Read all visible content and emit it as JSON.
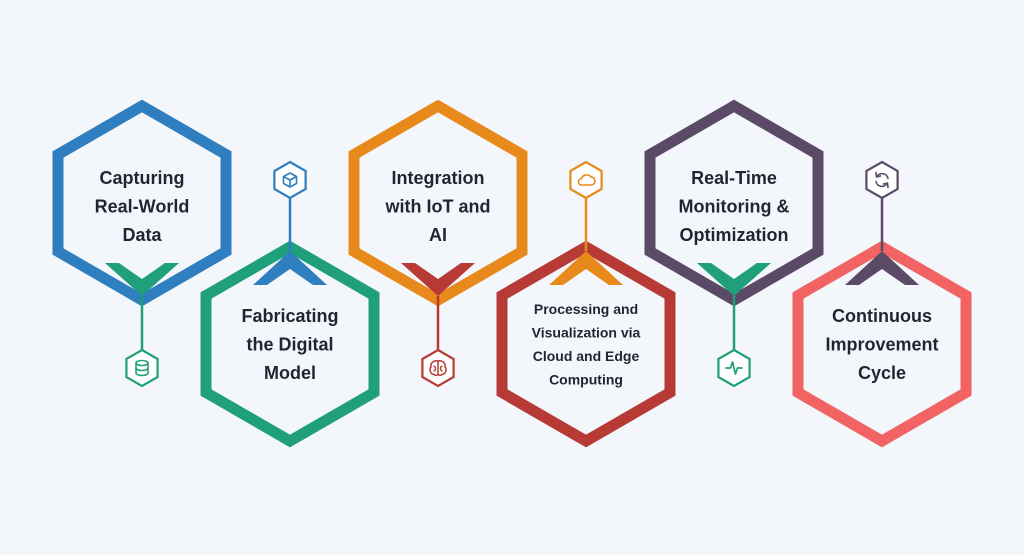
{
  "steps": [
    {
      "id": "capturing-real-world-data",
      "lines": [
        "Capturing",
        "Real-World",
        "Data"
      ],
      "color": "#2f7ebf",
      "arrow_color": "#1fa07a",
      "icon": "database-icon",
      "icon_color": "#1fa07a"
    },
    {
      "id": "fabricating-the-digital-model",
      "lines": [
        "Fabricating",
        "the Digital",
        "Model"
      ],
      "color": "#1fa07a",
      "arrow_color": "#2f7ebf",
      "icon": "cube-icon",
      "icon_color": "#2f7ebf"
    },
    {
      "id": "integration-with-iot-and-ai",
      "lines": [
        "Integration",
        "with IoT and",
        "AI"
      ],
      "color": "#e8891c",
      "arrow_color": "#b73a34",
      "icon": "brain-icon",
      "icon_color": "#b73a34"
    },
    {
      "id": "processing-and-visualization",
      "lines": [
        "Processing and",
        "Visualization via",
        "Cloud and Edge",
        "Computing"
      ],
      "color": "#b73a34",
      "arrow_color": "#e8891c",
      "icon": "cloud-icon",
      "icon_color": "#e8891c"
    },
    {
      "id": "real-time-monitoring",
      "lines": [
        "Real-Time",
        "Monitoring &",
        "Optimization"
      ],
      "color": "#5a4a66",
      "arrow_color": "#1fa07a",
      "icon": "pulse-icon",
      "icon_color": "#1fa07a"
    },
    {
      "id": "continuous-improvement-cycle",
      "lines": [
        "Continuous",
        "Improvement",
        "Cycle"
      ],
      "color": "#f26464",
      "arrow_color": "#5a4a66",
      "icon": "refresh-icon",
      "icon_color": "#5a4a66"
    }
  ]
}
